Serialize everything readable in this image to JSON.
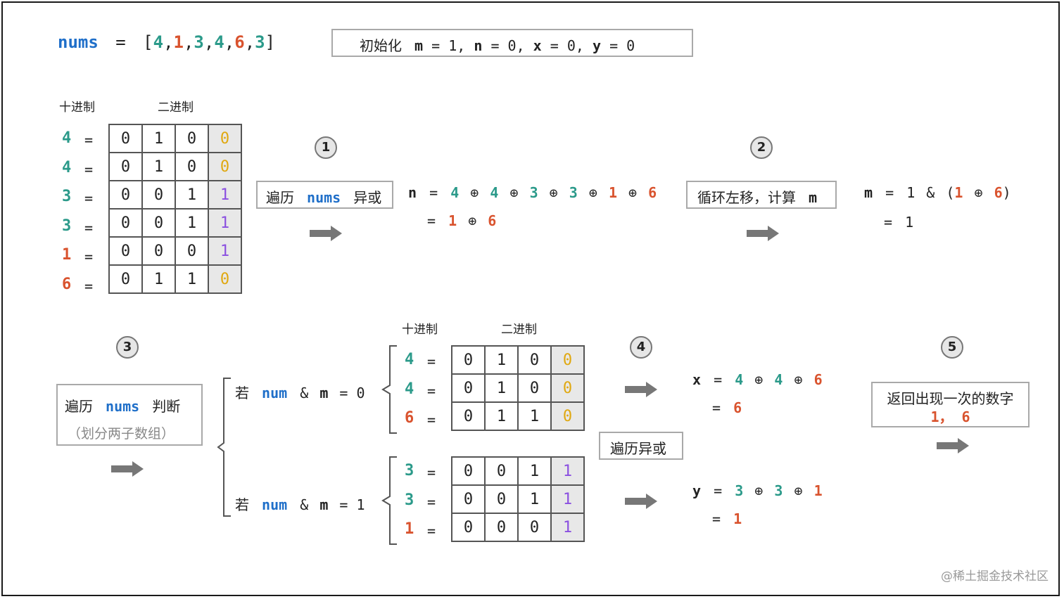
{
  "header": {
    "nums_label": "nums",
    "equals": "=",
    "nums_values": [
      "4",
      "1",
      "3",
      "4",
      "6",
      "3"
    ],
    "init_prefix": "初始化",
    "init_parts": [
      {
        "var": "m",
        "val": "1"
      },
      {
        "var": "n",
        "val": "0"
      },
      {
        "var": "x",
        "val": "0"
      },
      {
        "var": "y",
        "val": "0"
      }
    ]
  },
  "column_headers": {
    "decimal": "十进制",
    "binary": "二进制"
  },
  "main_table": {
    "rows": [
      {
        "dec": "4",
        "bits": [
          "0",
          "1",
          "0"
        ],
        "last": "0"
      },
      {
        "dec": "4",
        "bits": [
          "0",
          "1",
          "0"
        ],
        "last": "0"
      },
      {
        "dec": "3",
        "bits": [
          "0",
          "0",
          "1"
        ],
        "last": "1"
      },
      {
        "dec": "3",
        "bits": [
          "0",
          "0",
          "1"
        ],
        "last": "1"
      },
      {
        "dec": "1",
        "bits": [
          "0",
          "0",
          "0"
        ],
        "last": "1"
      },
      {
        "dec": "6",
        "bits": [
          "0",
          "1",
          "1"
        ],
        "last": "0"
      }
    ]
  },
  "steps": [
    "1",
    "2",
    "3",
    "4",
    "5"
  ],
  "step1": {
    "prefix": "遍历",
    "keyword": "nums",
    "suffix": "异或"
  },
  "n_expr": {
    "var": "n",
    "terms": [
      "4",
      "4",
      "3",
      "3",
      "1",
      "6"
    ],
    "op": "⊕",
    "result": [
      "1",
      "6"
    ]
  },
  "step2": {
    "label": "循环左移，计算",
    "var": "m"
  },
  "m_expr": {
    "var": "m",
    "base": "1",
    "and": "&",
    "a": "1",
    "op": "⊕",
    "b": "6",
    "result": "1"
  },
  "step3": {
    "prefix": "遍历",
    "keyword": "nums",
    "suffix": "判断",
    "sub": "（划分两子数组）"
  },
  "cond0": {
    "if": "若",
    "num": "num",
    "and": "&",
    "m": "m",
    "value": "0"
  },
  "cond1": {
    "if": "若",
    "num": "num",
    "and": "&",
    "m": "m",
    "value": "1"
  },
  "group0": {
    "rows": [
      {
        "dec": "4",
        "bits": [
          "0",
          "1",
          "0"
        ],
        "last": "0"
      },
      {
        "dec": "4",
        "bits": [
          "0",
          "1",
          "0"
        ],
        "last": "0"
      },
      {
        "dec": "6",
        "bits": [
          "0",
          "1",
          "1"
        ],
        "last": "0"
      }
    ]
  },
  "group1": {
    "rows": [
      {
        "dec": "3",
        "bits": [
          "0",
          "0",
          "1"
        ],
        "last": "1"
      },
      {
        "dec": "3",
        "bits": [
          "0",
          "0",
          "1"
        ],
        "last": "1"
      },
      {
        "dec": "1",
        "bits": [
          "0",
          "0",
          "0"
        ],
        "last": "1"
      }
    ]
  },
  "step4": {
    "label": "遍历异或"
  },
  "x_expr": {
    "var": "x",
    "terms": [
      "4",
      "4",
      "6"
    ],
    "result": "6"
  },
  "y_expr": {
    "var": "y",
    "terms": [
      "3",
      "3",
      "1"
    ],
    "result": "1"
  },
  "step5": {
    "label": "返回出现一次的数字",
    "result": "1， 6"
  },
  "watermark": "@稀土掘金技术社区",
  "colors": {
    "blue": "#1f6fc9",
    "teal": "#2b9a8a",
    "red": "#d9532e",
    "yellow": "#e0a810",
    "purple": "#8a4fe0"
  }
}
